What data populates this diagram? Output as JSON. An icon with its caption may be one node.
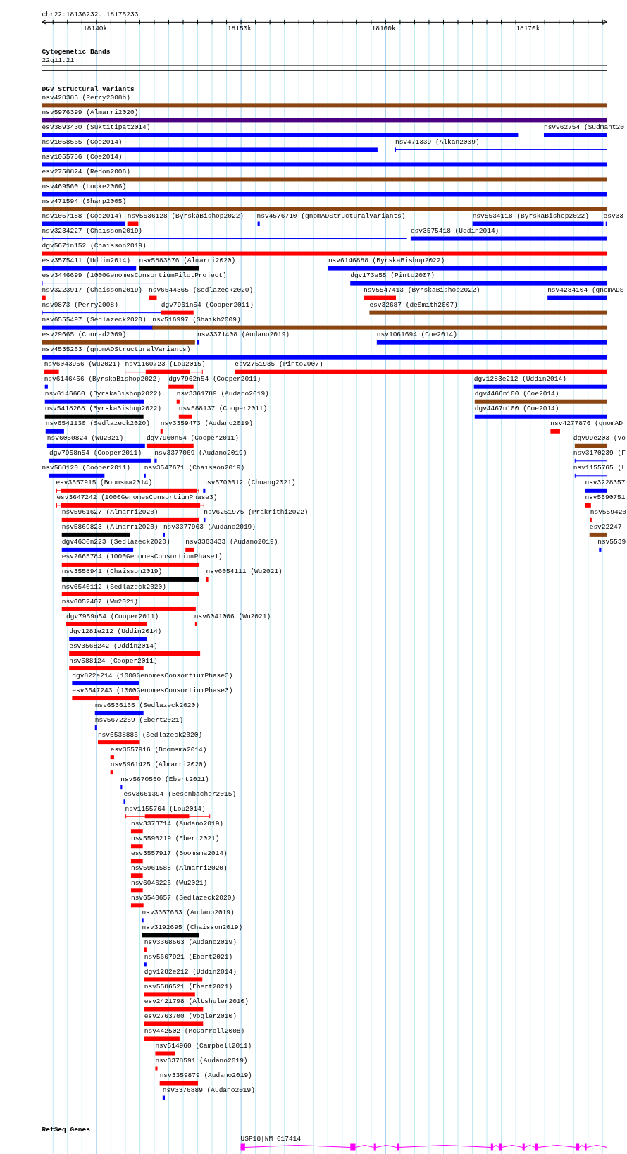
{
  "diagram": {
    "labels": [
      "chr22:18136232..18175233",
      "18140k",
      "18150k",
      "18160k",
      "18170k",
      "Cytogenetic Bands",
      "22q11.21",
      "DGV Structural Variants",
      "nsv428385 (Perry2008b)",
      "nsv5976399 (Almarri2020)",
      "esv3893430 (Suktitipat2014)",
      "nsv962754 (Sudmant20",
      "nsv1058565 (Coe2014)",
      "nsv471339 (Alkan2009)",
      "nsv1055756 (Coe2014)",
      "esv2758824 (Redon2006)",
      "nsv469560 (Locke2006)",
      "nsv471594 (Sharp2005)",
      "nsv1057188 (Coe2014)",
      "nsv5536128 (ByrskaBishop2022)",
      "nsv4576710 (gnomADStructuralVariants)",
      "nsv5534118 (ByrskaBishop2022)",
      "esv33",
      "nsv3234227 (Chaisson2019)",
      "esv3575418 (Uddin2014)",
      "dgv5671n152 (Chaisson2019)",
      "esv3575411 (Uddin2014)",
      "nsv5883876 (Almarri2020)",
      "nsv6146888 (ByrskaBishop2022)",
      "esv3446699 (1000GenomesConsortiumPilotProject)",
      "dgv173e55 (Pinto2007)",
      "nsv3223917 (Chaisson2019)",
      "nsv6544365 (Sedlazeck2020)",
      "nsv5547413 (ByrskaBishop2022)",
      "nsv4284104 (gnomADS",
      "nsv9873 (Perry2008)",
      "dgv7961n54 (Cooper2011)",
      "esv32687 (deSmith2007)",
      "nsv6555497 (Sedlazeck2020)",
      "nsv516997 (Shaikh2009)",
      "esv29665 (Conrad2009)",
      "nsv3371408 (Audano2019)",
      "nsv1061694 (Coe2014)",
      "nsv4535263 (gnomADStructuralVariants)",
      "nsv6043956 (Wu2021)",
      "nsv1160723 (Lou2015)",
      "esv2751935 (Pinto2007)",
      "nsv6146456 (ByrskaBishop2022)",
      "dgv7962n54 (Cooper2011)",
      "dgv1283e212 (Uddin2014)",
      "nsv6146660 (ByrskaBishop2022)",
      "nsv3361789 (Audano2019)",
      "dgv4466n100 (Coe2014)",
      "nsv5418268 (ByrskaBishop2022)",
      "nsv588137 (Cooper2011)",
      "dgv4467n100 (Coe2014)",
      "nsv6541130 (Sedlazeck2020)",
      "nsv3359473 (Audano2019)",
      "nsv4277876 (gnomAD",
      "nsv6050824 (Wu2021)",
      "dgv7960n54 (Cooper2011)",
      "dgv99e203 (Vo",
      "dgv7958n54 (Cooper2011)",
      "nsv3377069 (Audano2019)",
      "nsv3170239 (F",
      "nsv588120 (Cooper2011)",
      "nsv3547671 (Chaisson2019)",
      "nsv1155765 (L",
      "esv3557915 (Boomsma2014)",
      "nsv5700012 (Chuang2021)",
      "nsv3228357",
      "esv3647242 (1000GenomesConsortiumPhase3)",
      "nsv5590751",
      "nsv5961627 (Almarri2020)",
      "nsv6251975 (Prakrithi2022)",
      "nsv559420",
      "nsv5869823 (Almarri2020)",
      "nsv3377963 (Audano2019)",
      "esv22247",
      "dgv4630n223 (Sedlazeck2020)",
      "nsv3363433 (Audano2019)",
      "nsv5539",
      "esv2665784 (1000GenomesConsortiumPhase1)",
      "nsv3558941 (Chaisson2019)",
      "nsv6054111 (Wu2021)",
      "nsv6540112 (Sedlazeck2020)",
      "nsv6052407 (Wu2021)",
      "dgv7959n54 (Cooper2011)",
      "nsv6041006 (Wu2021)",
      "dgv1281e212 (Uddin2014)",
      "esv3568242 (Uddin2014)",
      "nsv588124 (Cooper2011)",
      "dgv822e214 (1000GenomesConsortiumPhase3)",
      "esv3647243 (1000GenomesConsortiumPhase3)",
      "nsv6536165 (Sedlazeck2020)",
      "nsv5672259 (Ebert2021)",
      "nsv6538885 (Sedlazeck2020)",
      "esv3557916 (Boomsma2014)",
      "nsv5961425 (Almarri2020)",
      "nsv5670550 (Ebert2021)",
      "esv3661394 (Besenbacher2015)",
      "nsv1155764 (Lou2014)",
      "nsv3373714 (Audano2019)",
      "nsv5590219 (Ebert2021)",
      "esv3557917 (Boomsma2014)",
      "nsv5961588 (Almarri2020)",
      "nsv6046226 (Wu2021)",
      "nsv6540657 (Sedlazeck2020)",
      "nsv3367663 (Audano2019)",
      "nsv3192695 (Chaisson2019)",
      "nsv3368563 (Audano2019)",
      "nsv5667921 (Ebert2021)",
      "dgv1282e212 (Uddin2014)",
      "nsv5586521 (Ebert2021)",
      "esv2421798 (Altshuler2010)",
      "esv2763700 (Vogler2010)",
      "nsv442502 (McCarroll2008)",
      "nsv514960 (Campbell2011)",
      "nsv3378591 (Audano2019)",
      "nsv3359879 (Audano2019)",
      "nsv3376889 (Audano2019)",
      "RefSeq Genes",
      "USP18|NM_017414"
    ]
  }
}
